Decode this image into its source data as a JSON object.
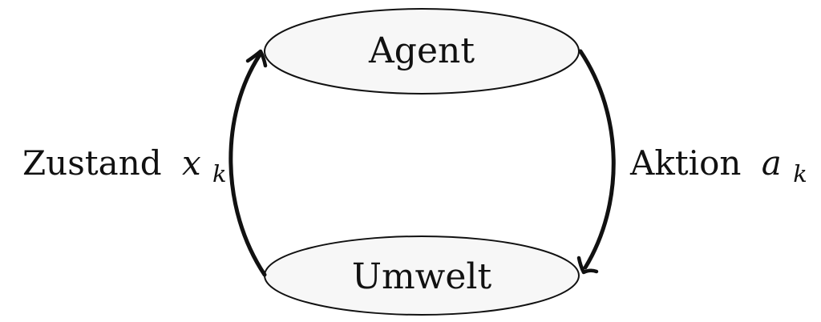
{
  "colors": {
    "node_fill": "#f7f7f7",
    "stroke": "#111111",
    "text": "#111111"
  },
  "nodes": {
    "agent": {
      "label": "Agent"
    },
    "environment": {
      "label": "Umwelt"
    }
  },
  "edges": {
    "state": {
      "word": "Zustand",
      "variable": "x",
      "subscript": "k"
    },
    "action": {
      "word": "Aktion",
      "variable": "a",
      "subscript": "k"
    }
  }
}
